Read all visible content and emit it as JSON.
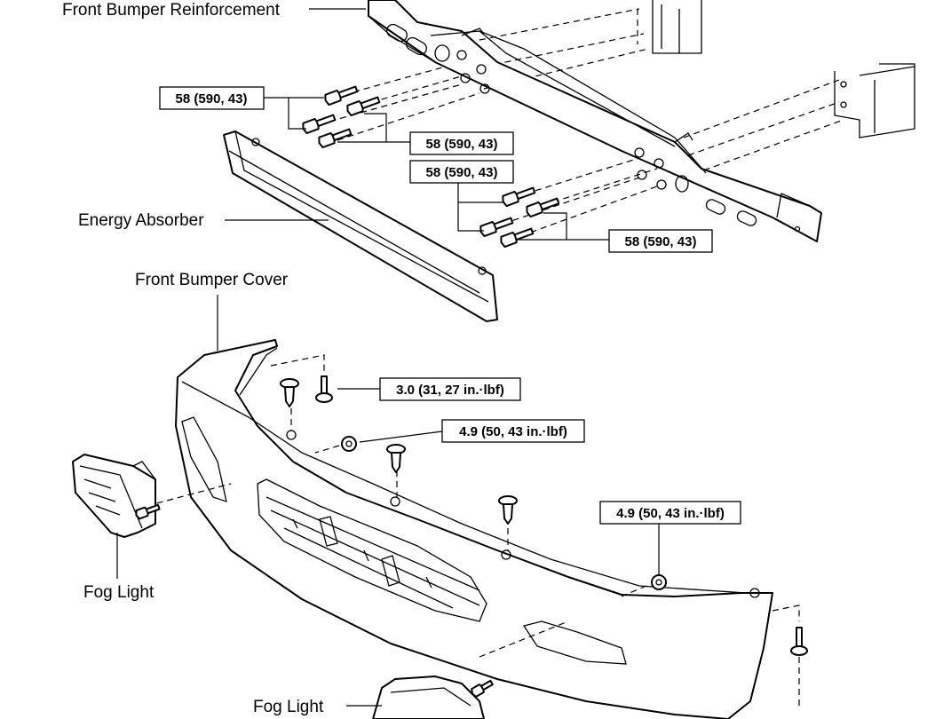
{
  "labels": {
    "front_bumper_reinforcement": "Front Bumper Reinforcement",
    "energy_absorber": "Energy Absorber",
    "front_bumper_cover": "Front Bumper Cover",
    "fog_light_left": "Fog Light",
    "fog_light_bottom": "Fog Light"
  },
  "torque_specs": [
    "58 (590, 43)",
    "58 (590, 43)",
    "58 (590, 43)",
    "58 (590, 43)",
    "3.0 (31, 27 in.·lbf)",
    "4.9 (50, 43 in.·lbf)",
    "4.9 (50, 43 in.·lbf)"
  ]
}
